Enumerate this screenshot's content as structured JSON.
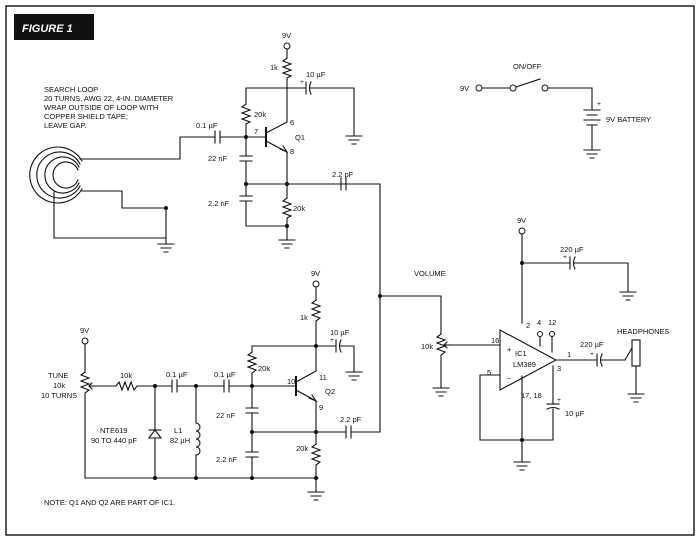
{
  "figure": {
    "tag": "FIGURE 1",
    "note": "NOTE: Q1 AND Q2 ARE PART OF IC1."
  },
  "search_loop": {
    "lines": [
      "SEARCH LOOP",
      "20 TURNS, AWG 22, 4-IN. DIAMETER",
      "WRAP OUTSIDE OF LOOP WITH",
      "COPPER SHIELD TAPE;",
      "LEAVE GAP."
    ]
  },
  "osc1": {
    "supply": "9V",
    "r_collector": "1k",
    "c_coupling": "10 µF",
    "r_bias": "20k",
    "c_input": "0.1 µF",
    "c_fb1": "22 nF",
    "c_fb2": "2.2 nF",
    "r_emitter": "20k",
    "c_out": "2.2 pF",
    "transistor": "Q1",
    "pin_base": "7",
    "pin_collector": "6",
    "pin_emitter": "8"
  },
  "osc2": {
    "supply": "9V",
    "r_collector": "1k",
    "c_coupling": "10 µF",
    "r_bias": "20k",
    "c_a": "0.1 µF",
    "c_b": "0.1 µF",
    "c_fb1": "22 nF",
    "c_fb2": "2.2 nF",
    "r_emitter": "20k",
    "c_out": "2.2 pF",
    "transistor": "Q2",
    "pin_base": "10",
    "pin_collector": "11",
    "pin_emitter": "9"
  },
  "tune": {
    "supply": "9V",
    "label_lines": [
      "TUNE",
      "10k",
      "10 TURNS"
    ],
    "r_series": "10k",
    "varicap_lines": [
      "NTE619",
      "90 TO 440 pF"
    ],
    "inductor": "L1",
    "inductor_value": "82 µH"
  },
  "battery": {
    "input": "9V",
    "switch": "ON/OFF",
    "plus": "+",
    "label": "9V BATTERY"
  },
  "amp": {
    "supply": "9V",
    "c_supply": "220 µF",
    "volume_label": "VOLUME",
    "volume_value": "10k",
    "ic_name": "IC1",
    "ic_part": "LM389",
    "pin_in": "16",
    "pin_2": "2",
    "pin_4": "4",
    "pin_12": "12",
    "pin_1": "1",
    "pin_3": "3",
    "pin_5": "5",
    "pins_gnd": "17, 18",
    "c_out": "220 µF",
    "c_bypass": "10 µF",
    "headphones": "HEADPHONES"
  }
}
